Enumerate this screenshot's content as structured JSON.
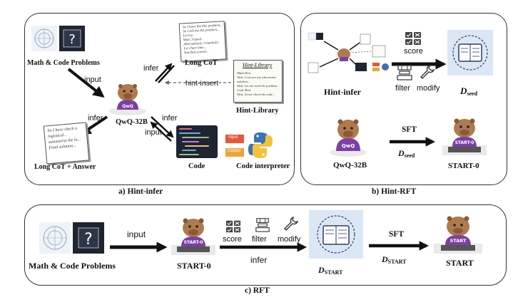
{
  "panel_a": {
    "caption": "a) Hint-infer",
    "math_code_label": "Math & Code Problems",
    "input_label": "input",
    "infer_top": "infer",
    "long_cot": "Long CoT",
    "hint_insert": "hint-insert",
    "hint_library_title": "Hint-Library",
    "hint_library_label": "Hint-Library",
    "qwq_label": "QwQ-32B",
    "infer_left": "infer",
    "infer_right": "infer",
    "input_right": "input",
    "long_cot_answer": "Long CoT + Answer",
    "long_cot_answer_text": "So I have check a\nlogistical...\nsummarise the lo...\nFinal solution...",
    "long_cot_text": "So I have the this problem...\nSo I tell me the problem..\nLet try..\nWait, I typed..\nAlternatively, I maintain.\nLet chart time...\nYou that scored...",
    "hint_lib_text": "Math Hint\nWait, I can not use alternative\nsolution...\nWait, Let me work the problem...\nCode Hint\nWait, let me check the code...",
    "code_label": "Code",
    "input_tag": "Input",
    "output_tag": "Output",
    "code_interpreter": "Code interpreter"
  },
  "panel_b": {
    "caption": "b) Hint-RFT",
    "hint_infer": "Hint-infer",
    "score": "score",
    "filter": "filter",
    "modify": "modify",
    "d_seed_d": "D",
    "d_seed_sub": "seed",
    "sft": "SFT",
    "qwq_label": "QwQ-32B",
    "start0": "START-0",
    "qwq_badge": "QwQ",
    "start_badge": "START-0"
  },
  "panel_c": {
    "caption": "c) RFT",
    "math_code_label": "Math & Code Problems",
    "input_label": "input",
    "start0": "START-0",
    "score": "score",
    "filter": "filter",
    "modify": "modify",
    "infer": "infer",
    "d_start_d": "D",
    "d_start_sub": "START",
    "sft": "SFT",
    "start": "START",
    "start_badge": "START-0",
    "start_badge2": "START"
  },
  "colors": {
    "panel_border": "#333333",
    "arrow": "#111111",
    "dashed_arrow": "#666666",
    "code_bg": "#1f2433",
    "mascot_brown": "#b07a4f",
    "mascot_shirt": "#7b3fa5",
    "badge_text": "#ffffff",
    "dataset_bg": "#dce7f6",
    "input_tag_bg": "#e8553a",
    "output_tag_bg": "#f0a23a",
    "python_blue": "#3a73b5",
    "python_yellow": "#f5c33b"
  }
}
